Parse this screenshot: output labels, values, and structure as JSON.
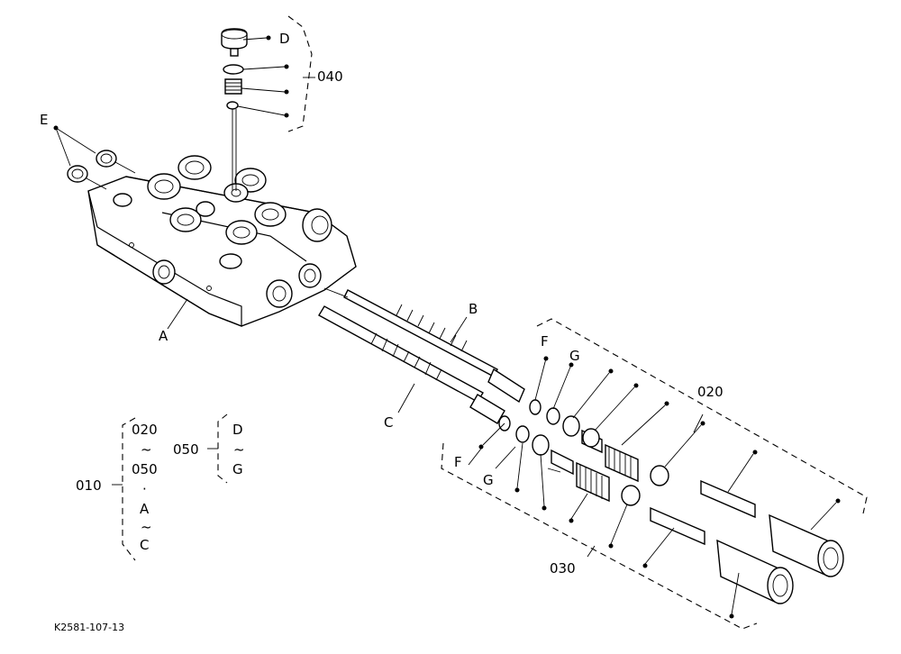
{
  "labels": {
    "A": "A",
    "B": "B",
    "C": "C",
    "D": "D",
    "E": "E",
    "F_upper": "F",
    "F_lower": "F",
    "G_upper": "G",
    "G_lower": "G",
    "g040": "040",
    "g020": "020",
    "g030": "030"
  },
  "legend": {
    "g010": {
      "code": "010",
      "line1": "020",
      "tilde1": "~",
      "line2": "050",
      "bullet": "·",
      "line3": "A",
      "tilde2": "~",
      "line4": "C"
    },
    "g050": {
      "code": "050",
      "line1": "D",
      "tilde": "~",
      "line2": "G"
    }
  },
  "figure_code": "K2581-107-13"
}
